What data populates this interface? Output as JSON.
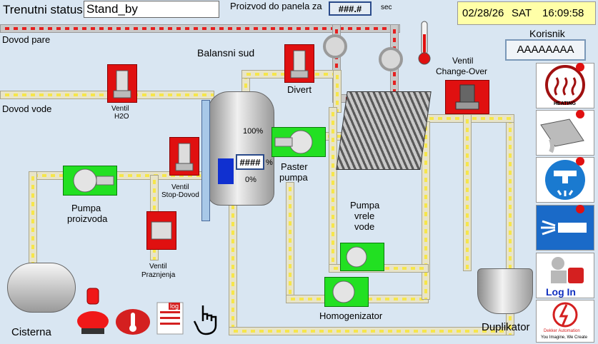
{
  "status": {
    "label": "Trenutni status",
    "value": "Stand_by"
  },
  "panel_time": {
    "label": "Proizvod do panela za",
    "value": "###.#",
    "unit": "sec"
  },
  "clock": {
    "date": "02/28/26",
    "day": "SAT",
    "time": "16:09:58"
  },
  "user": {
    "label": "Korisnik",
    "value": "AAAAAAAA"
  },
  "labels": {
    "dovod_pare": "Dovod pare",
    "dovod_vode": "Dovod vode",
    "balansni_sud": "Balansni sud",
    "divert": "Divert",
    "ventil_change_over_1": "Ventil",
    "ventil_change_over_2": "Change-Over",
    "ventil_h2o_1": "Ventil",
    "ventil_h2o_2": "H2O",
    "ventil_stop_1": "Ventil",
    "ventil_stop_2": "Stop-Dovod",
    "pumpa_proizvoda_1": "Pumpa",
    "pumpa_proizvoda_2": "proizvoda",
    "paster_pumpa_1": "Paster",
    "paster_pumpa_2": "pumpa",
    "pumpa_vrele_1": "Pumpa",
    "pumpa_vrele_2": "vrele",
    "pumpa_vrele_3": "vode",
    "ventil_praznjenja_1": "Ventil",
    "ventil_praznjenja_2": "Praznjenja",
    "homogenizator": "Homogenizator",
    "cisterna": "Cisterna",
    "duplikator": "Duplikator"
  },
  "tank": {
    "level_max": "100%",
    "level_min": "0%",
    "level_value": "####",
    "level_unit": "%",
    "fill_fraction": 0.35
  },
  "sidebar": {
    "heating_label": "HEATING",
    "login_label": "Log In",
    "log_icon_label": "log",
    "brand_line1": "Dekker Automation",
    "brand_line2": "You Imagine, We Create"
  },
  "colors": {
    "active_pump": "#22e022",
    "valve": "#e01010",
    "steam_pipe": "#e52020",
    "product_pipe": "#f6e64a"
  }
}
